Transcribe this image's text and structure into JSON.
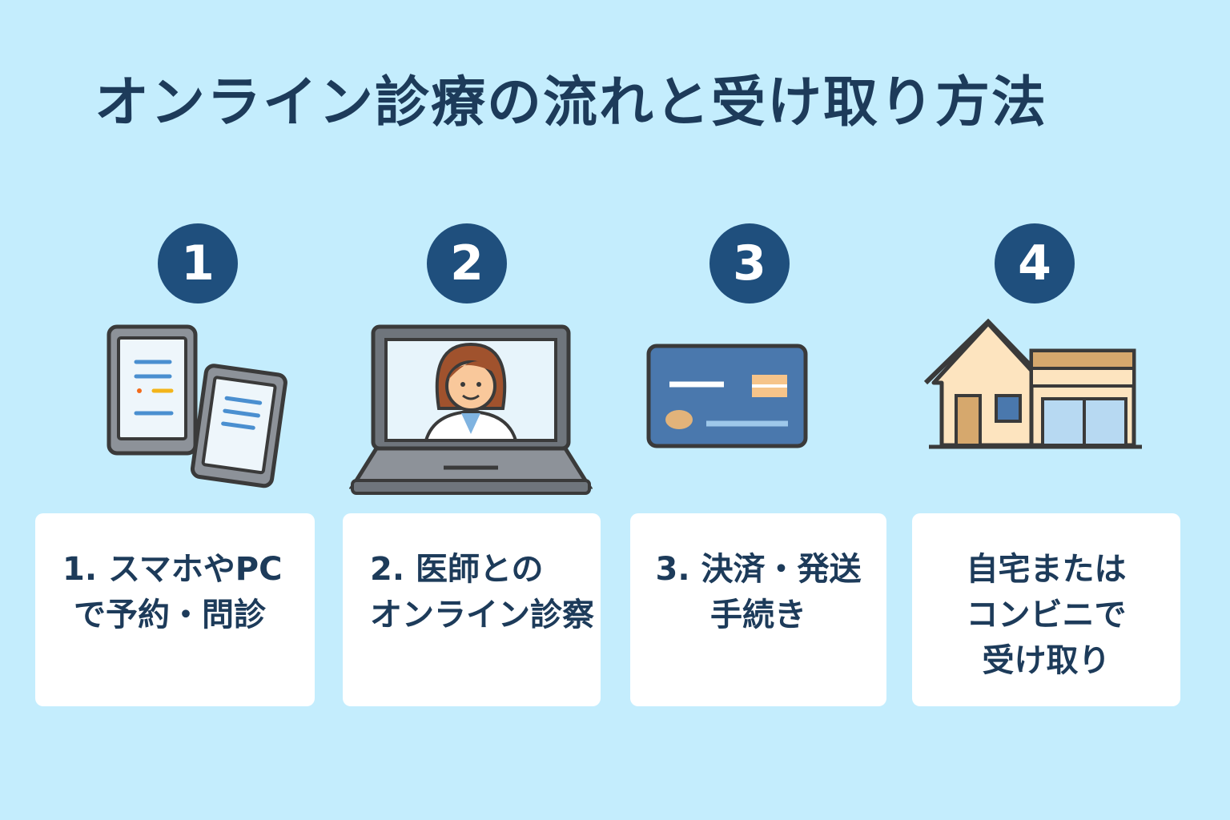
{
  "title": "オンライン診療の流れと受け取り方法",
  "steps": [
    {
      "number": "1",
      "icon": "smartphone-tablet-icon",
      "lines": [
        "1. スマホやPC",
        "で予約・問診"
      ]
    },
    {
      "number": "2",
      "icon": "laptop-doctor-icon",
      "lines": [
        "2. 医師との",
        "オンライン診察"
      ]
    },
    {
      "number": "3",
      "icon": "credit-card-icon",
      "lines": [
        "3. 決済・発送",
        "手続き"
      ]
    },
    {
      "number": "4",
      "icon": "home-store-icon",
      "lines": [
        "自宅または",
        "コンビニで",
        "受け取り"
      ]
    }
  ],
  "colors": {
    "background": "#c4edfd",
    "accent": "#1f4f7d",
    "text": "#1d3b5a"
  }
}
